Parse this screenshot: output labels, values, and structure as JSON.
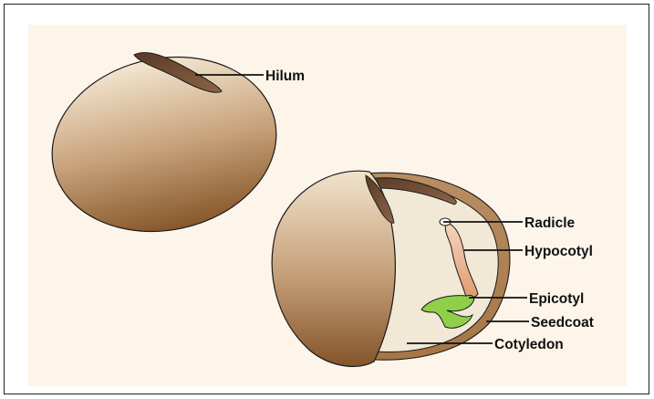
{
  "labels": {
    "hilum": "Hilum",
    "radicle": "Radicle",
    "hypocotyl": "Hypocotyl",
    "epicotyl": "Epicotyl",
    "seedcoat": "Seedcoat",
    "cotyledon": "Cotyledon"
  },
  "colors": {
    "seed_light": "#efe1c9",
    "seed_mid": "#c39d76",
    "seed_dark": "#8a5a2c",
    "cotyledon_inner": "#f2e9d8",
    "hilum": "#6e4b33",
    "hypocotyl": "#e7a37f",
    "epicotyl": "#8fcf4a",
    "background": "#fdf5ea"
  }
}
